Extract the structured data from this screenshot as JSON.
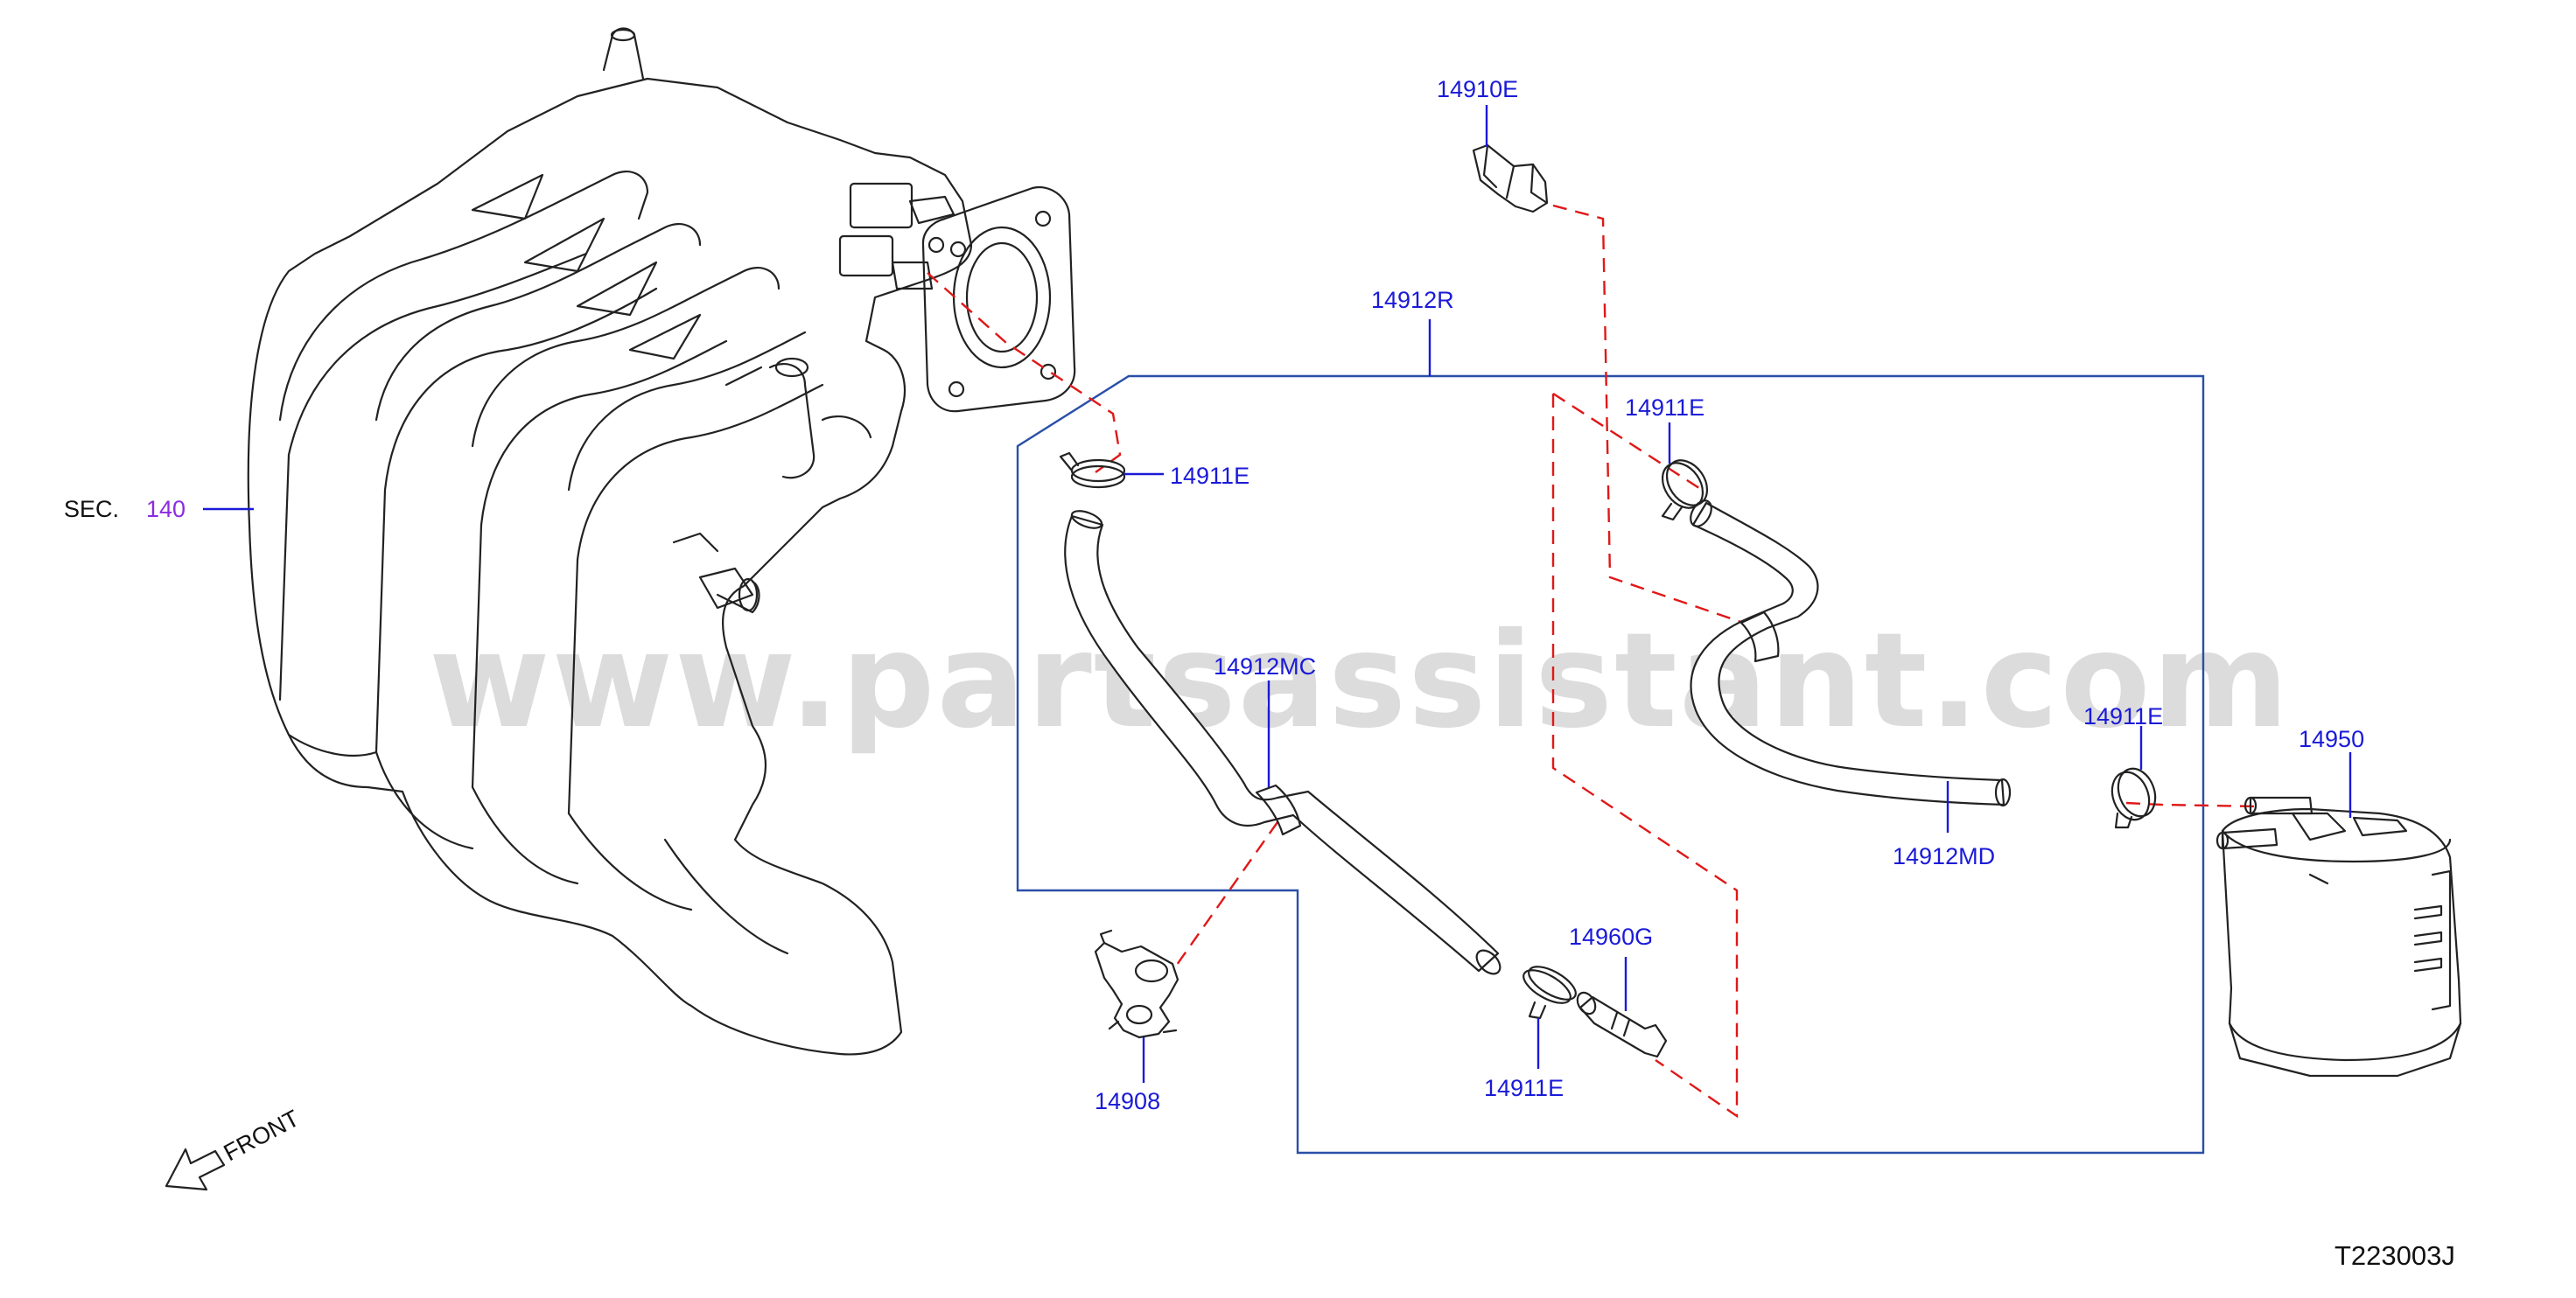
{
  "watermark": "www.partsassistant.com",
  "diagram_code": "T223003J",
  "front_label": "FRONT",
  "section_ref": {
    "prefix": "SEC.",
    "number": "140"
  },
  "labels": {
    "p14910E": "14910E",
    "p14912R": "14912R",
    "p14911E_top_left": "14911E",
    "p14911E_top_right": "14911E",
    "p14912MC": "14912MC",
    "p14911E_right": "14911E",
    "p14950": "14950",
    "p14912MD": "14912MD",
    "p14960G": "14960G",
    "p14908": "14908",
    "p14911E_bottom": "14911E"
  },
  "colors": {
    "label": "#1a1ad8",
    "section_number": "#8a2be2",
    "assembly_frame": "#2a4fa8",
    "routing_dash": "#e01818",
    "watermark": "#dcdcdc"
  }
}
